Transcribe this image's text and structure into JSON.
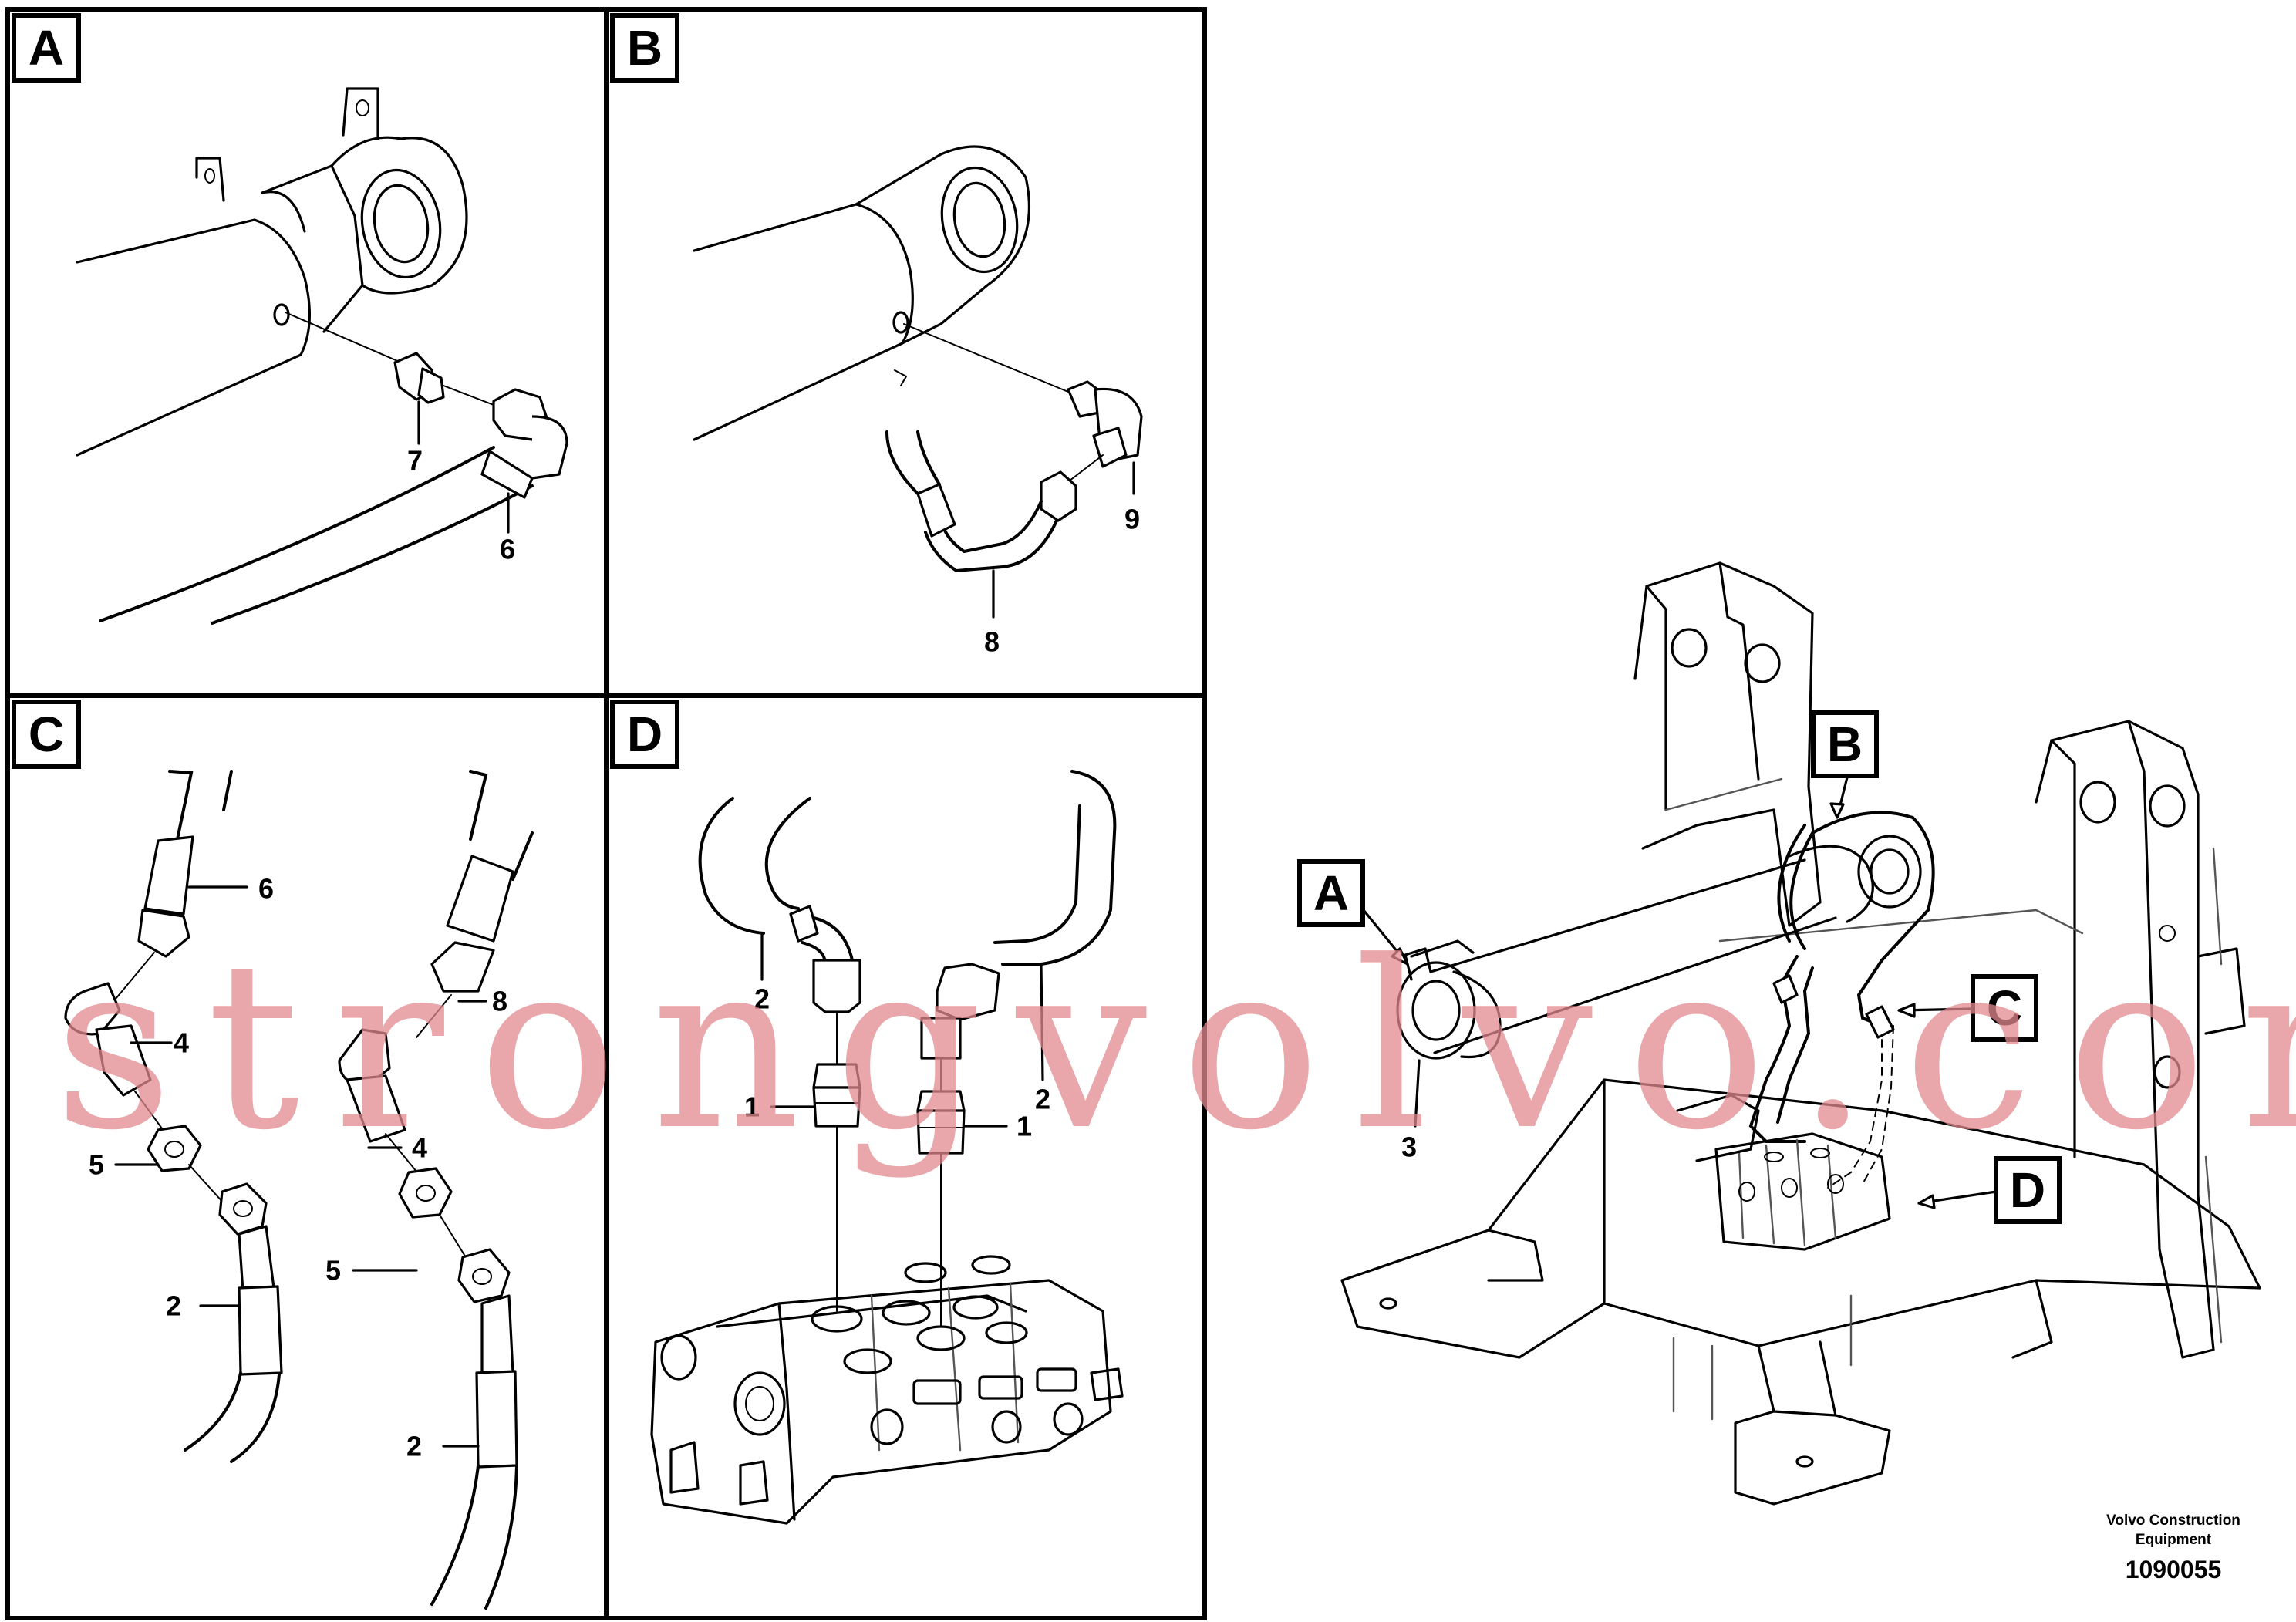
{
  "panels": [
    {
      "id": "A",
      "label": "A"
    },
    {
      "id": "B",
      "label": "B"
    },
    {
      "id": "C",
      "label": "C"
    },
    {
      "id": "D",
      "label": "D"
    }
  ],
  "callouts": {
    "A": [
      "7",
      "6"
    ],
    "B": [
      "9",
      "8"
    ],
    "C": [
      "6",
      "4",
      "5",
      "2",
      "8",
      "4",
      "5",
      "2"
    ],
    "D": [
      "2",
      "2",
      "1",
      "1"
    ],
    "overview": [
      "3"
    ]
  },
  "overview_labels": [
    "A",
    "B",
    "C",
    "D"
  ],
  "watermark": "strongvolvo.com",
  "credit": {
    "line1": "Volvo Construction",
    "line2": "Equipment"
  },
  "part_number": "1090055"
}
